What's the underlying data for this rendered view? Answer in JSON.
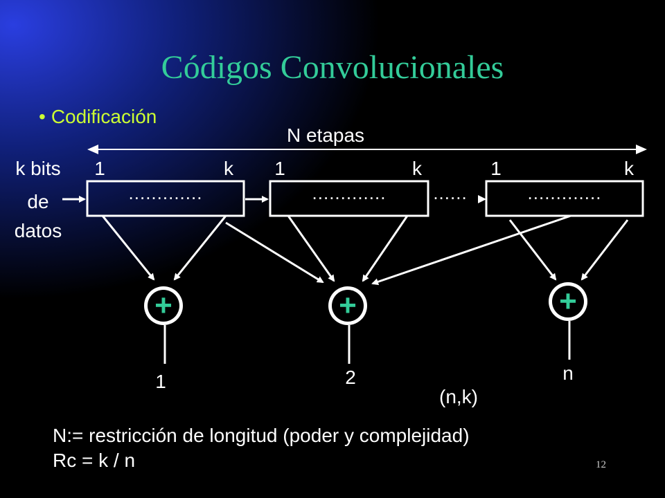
{
  "slide": {
    "title": "Códigos Convolucionales",
    "bullet_symbol": "•",
    "bullet": "Codificación",
    "slide_number": "12"
  },
  "diagram": {
    "stages_label": "N etapas",
    "input_label_line1": "k bits",
    "input_label_line2": "de",
    "input_label_line3": "datos",
    "register_start": "1",
    "register_end": "k",
    "register_dots": ".............",
    "connector_dots": "......",
    "adder_symbol": "+",
    "outputs": [
      "1",
      "2",
      "n"
    ],
    "code_label": "(n,k)"
  },
  "notes": {
    "line1": "N:= restricción de longitud (poder y complejidad)",
    "line2": "Rc = k / n"
  },
  "colors": {
    "background": "#000000",
    "gradient_blue": "#1a2fcc",
    "title": "#33cc99",
    "bullet": "#ccff33",
    "diagram": "#ffffff",
    "adder": "#33cc99"
  }
}
